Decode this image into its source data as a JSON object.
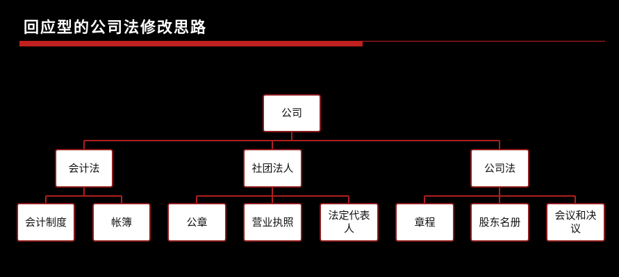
{
  "title": "回应型的公司法修改思路",
  "colors": {
    "accent": "#c0201f",
    "node_border": "#8e1b1b",
    "background": "#000000",
    "node_fill": "#ffffff"
  },
  "diagram": {
    "root": "公司",
    "groups": [
      {
        "label": "会计法",
        "children": [
          "会计制度",
          "帐簿"
        ]
      },
      {
        "label": "社团法人",
        "children": [
          "公章",
          "营业执照",
          "法定代表人"
        ]
      },
      {
        "label": "公司法",
        "children": [
          "章程",
          "股东名册",
          "会议和决议"
        ]
      }
    ]
  }
}
